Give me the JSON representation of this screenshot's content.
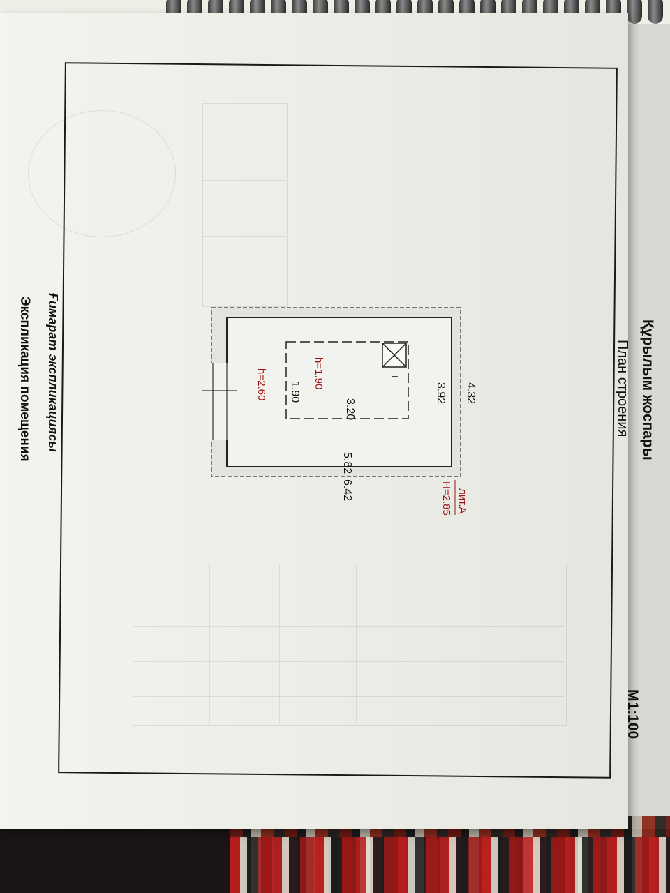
{
  "sheet": {
    "title_kz": "Құрылым жоспары",
    "title_ru": "План строения",
    "scale": "М1:100",
    "explication_kz": "Ғимарат экспликациясы",
    "explication_ru": "Экспликация помещения"
  },
  "plan": {
    "lit_label": "лит.А",
    "building_height": "Н=2.85",
    "outer_length": "6.42",
    "inner_length": "5.82",
    "outer_width": "4.32",
    "inner_width": "3.92",
    "room_height": "h=2.60",
    "cellar_length": "3.20",
    "cellar_width": "1.90",
    "cellar_height": "h=1.90",
    "hatch_mark": "I"
  },
  "colors": {
    "ink": "#111111",
    "red_annotation": "#a01010",
    "paper": "#efefea"
  }
}
